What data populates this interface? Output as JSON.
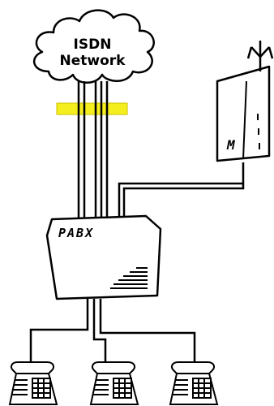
{
  "diagram": {
    "cloud": {
      "line1": "ISDN",
      "line2": "Network"
    },
    "pabx": {
      "label": "PABX"
    },
    "modem": {
      "label": "M"
    },
    "colors": {
      "stroke": "#000000",
      "fill": "#ffffff",
      "connector": "#f5ee1e",
      "phone": "#ffffff"
    },
    "phones": [
      {
        "icon": "desk-phone-icon"
      },
      {
        "icon": "desk-phone-icon"
      },
      {
        "icon": "desk-phone-icon"
      }
    ]
  }
}
